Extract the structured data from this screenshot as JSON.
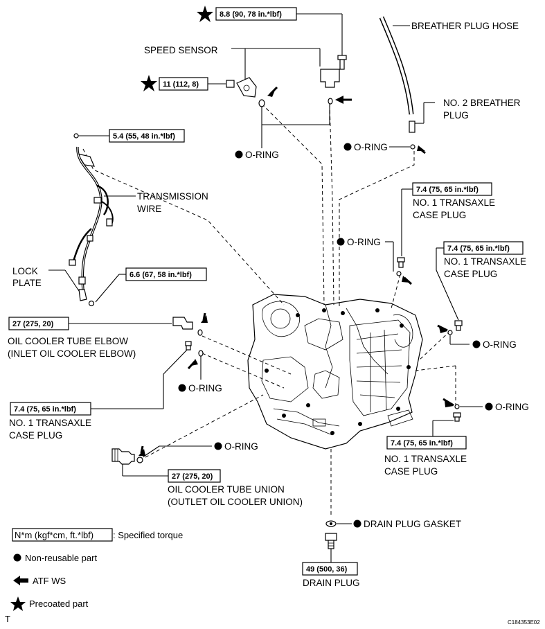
{
  "labels": {
    "breather_hose": "BREATHER PLUG HOSE",
    "speed_sensor": "SPEED SENSOR",
    "no2_breather_1": "NO. 2 BREATHER",
    "no2_breather_2": "PLUG",
    "o_ring": "O-RING",
    "trans_wire_1": "TRANSMISSION",
    "trans_wire_2": "WIRE",
    "lock_plate_1": "LOCK",
    "lock_plate_2": "PLATE",
    "case_plug_1": "NO. 1 TRANSAXLE",
    "case_plug_2": "CASE PLUG",
    "elbow_1": "OIL COOLER TUBE ELBOW",
    "elbow_2": "(INLET OIL COOLER ELBOW)",
    "union_1": "OIL COOLER TUBE UNION",
    "union_2": "(OUTLET OIL COOLER UNION)",
    "drain_gasket": "DRAIN PLUG GASKET",
    "drain_plug": "DRAIN PLUG"
  },
  "torques": {
    "t88": "8.8 (90, 78 in.*lbf)",
    "t11": "11 (112, 8)",
    "t54": "5.4 (55, 48 in.*lbf)",
    "t74": "7.4 (75, 65 in.*lbf)",
    "t66": "6.6 (67, 58 in.*lbf)",
    "t27": "27 (275, 20)",
    "t49": "49 (500, 36)"
  },
  "legend": {
    "torque_key": "N*m (kgf*cm, ft.*lbf)",
    "torque_desc": ": Specified torque",
    "non_reusable": "Non-reusable part",
    "atf": "ATF WS",
    "precoated": "Precoated part"
  },
  "footer": {
    "left_mark": "T",
    "code": "C184353E02"
  }
}
